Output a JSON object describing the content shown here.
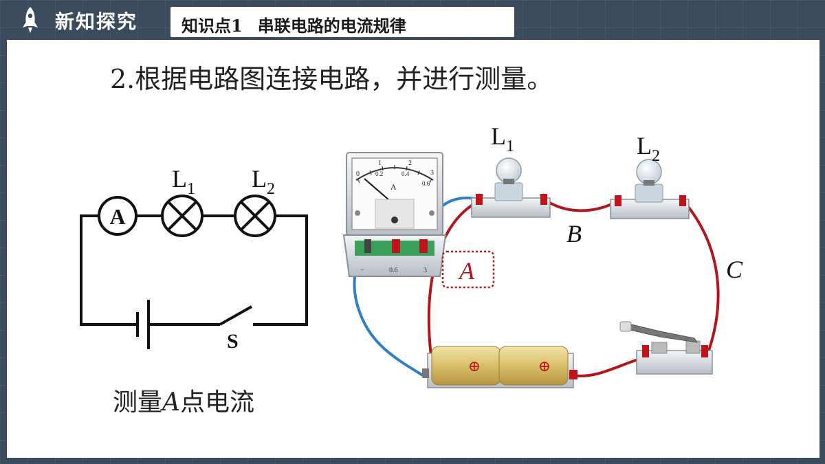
{
  "header": {
    "section_title": "新知探究",
    "topic_label": "知识点1",
    "topic_title": "串联电路的电流规律",
    "icon": "rocket-icon"
  },
  "content": {
    "heading": "2.根据电路图连接电路，并进行测量。",
    "caption_prefix": "测量",
    "caption_point": "A",
    "caption_suffix": "点电流"
  },
  "schematic": {
    "ammeter_symbol": "A",
    "lamp1_label": "L",
    "lamp1_sub": "1",
    "lamp2_label": "L",
    "lamp2_sub": "2",
    "switch_label": "S"
  },
  "apparatus": {
    "lamp1_label": "L",
    "lamp1_sub": "1",
    "lamp2_label": "L",
    "lamp2_sub": "2",
    "point_a": "A",
    "point_b": "B",
    "point_c": "C",
    "meter_unit": "A",
    "meter_scale_top": [
      "0",
      "1",
      "2",
      "3"
    ],
    "meter_scale_bottom": [
      "0.2",
      "0.4",
      "0.6"
    ],
    "meter_terminals": [
      "−",
      "0.6",
      "3"
    ],
    "battery_mark": "⊕"
  },
  "colors": {
    "wire_red": "#b3151b",
    "wire_blue": "#2f7fc4",
    "marker_red": "#c0141c",
    "background": "#3b4a5c"
  }
}
